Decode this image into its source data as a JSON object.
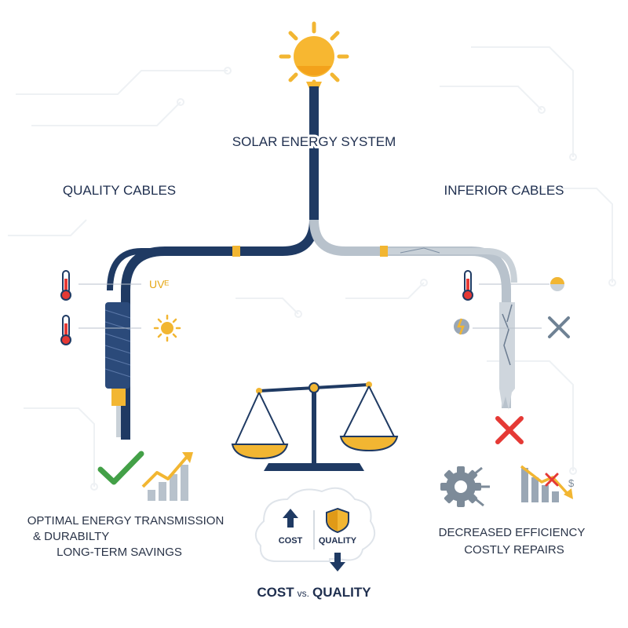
{
  "title": "SOLAR ENERGY SYSTEM",
  "left": {
    "heading": "QUALITY CABLES",
    "uv_label": "UVᴱ",
    "benefit_line1": "OPTIMAL ENERGY TRANSMISSION",
    "benefit_line2": "& DURABILTY",
    "benefit_line3": "LONG-TERM SAVINGS"
  },
  "right": {
    "heading": "INFERIOR CABLES",
    "drawback_line1": "DECREASED EFFICIENCY",
    "drawback_line2": "COSTLY REPAIRS",
    "dollar_label": "$"
  },
  "center": {
    "cost_label": "COST",
    "quality_label": "QUALITY",
    "caption_cost": "COST",
    "caption_vs": "vs.",
    "caption_quality": "QUALITY"
  },
  "colors": {
    "navy": "#1f3a63",
    "gold": "#f2b632",
    "gray_cable": "#b8c2cc",
    "red": "#e53935",
    "green": "#43a047"
  },
  "icons": [
    "sun-icon",
    "thermometer-icon",
    "check-icon",
    "growth-chart-icon",
    "scale-icon",
    "shield-icon",
    "arrow-up-icon",
    "arrow-down-icon",
    "x-icon",
    "gear-icon",
    "declining-chart-icon",
    "cracked-cable-icon"
  ]
}
